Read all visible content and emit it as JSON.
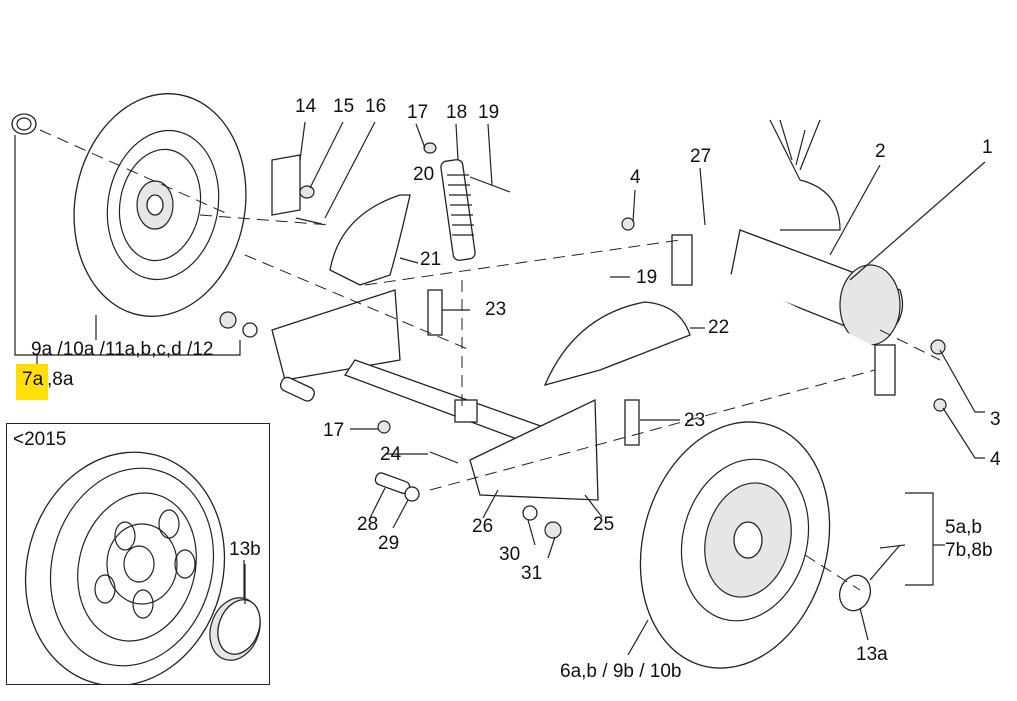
{
  "diagram": {
    "type": "exploded parts diagram",
    "highlight_color": "#ffe000",
    "callouts": [
      {
        "id": "c1",
        "text": "1"
      },
      {
        "id": "c2",
        "text": "2"
      },
      {
        "id": "c3",
        "text": "3"
      },
      {
        "id": "c4a",
        "text": "4"
      },
      {
        "id": "c4b",
        "text": "4"
      },
      {
        "id": "c14",
        "text": "14"
      },
      {
        "id": "c15",
        "text": "15"
      },
      {
        "id": "c16",
        "text": "16"
      },
      {
        "id": "c17a",
        "text": "17"
      },
      {
        "id": "c17b",
        "text": "17"
      },
      {
        "id": "c18",
        "text": "18"
      },
      {
        "id": "c19a",
        "text": "19"
      },
      {
        "id": "c19b",
        "text": "19"
      },
      {
        "id": "c20",
        "text": "20"
      },
      {
        "id": "c21",
        "text": "21"
      },
      {
        "id": "c22",
        "text": "22"
      },
      {
        "id": "c23a",
        "text": "23"
      },
      {
        "id": "c23b",
        "text": "23"
      },
      {
        "id": "c24",
        "text": "24"
      },
      {
        "id": "c25",
        "text": "25"
      },
      {
        "id": "c26",
        "text": "26"
      },
      {
        "id": "c27",
        "text": "27"
      },
      {
        "id": "c28",
        "text": "28"
      },
      {
        "id": "c29",
        "text": "29"
      },
      {
        "id": "c30",
        "text": "30"
      },
      {
        "id": "c31",
        "text": "31"
      },
      {
        "id": "c13a",
        "text": "13a"
      },
      {
        "id": "c13b",
        "text": "13b"
      }
    ],
    "left_wheel_label": "9a /10a /11a,b,c,d /12",
    "left_wheel_sub_highlighted": "7a",
    "left_wheel_sub_rest": ",8a",
    "right_wheel_label": "6a,b / 9b / 10b",
    "bracket_label_line1": "5a,b",
    "bracket_label_line2": "7b,8b",
    "inset_label": "<2015"
  }
}
